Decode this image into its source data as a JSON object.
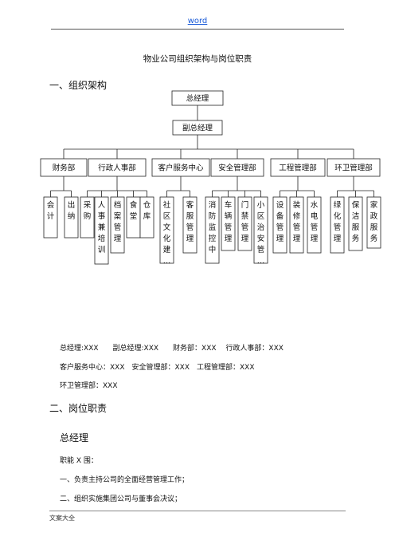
{
  "header": {
    "link": "word"
  },
  "document": {
    "title": "物业公司组织架构与岗位职责",
    "section1_heading": "一、组织架构",
    "section2_heading": "二、岗位职责",
    "staff_line1": "总经理:XXX　　副总经理:XXX　　财务部：XXX　 行政人事部：XXX",
    "staff_line2": "客户服务中心：XXX　安全管理部：XXX　工程管理部：XXX",
    "staff_line3": "环卫管理部：XXX",
    "role_heading": "总经理",
    "duty_scope": "职能 X 围：",
    "duty_1": "一、负责主持公司的全面经营管理工作；",
    "duty_2": "二、组织实施集团公司与董事会决议；"
  },
  "org_chart": {
    "top": "总经理",
    "deputy": "副总经理",
    "departments": [
      {
        "name": "财务部",
        "units": [
          "会计",
          "出纳"
        ]
      },
      {
        "name": "行政人事部",
        "units": [
          "采购",
          "人事兼培训",
          "档案管理",
          "食堂",
          "仓库"
        ]
      },
      {
        "name": "客户服务中心",
        "units": [
          "社区文化建…",
          "客服管理"
        ]
      },
      {
        "name": "安全管理部",
        "units": [
          "消防监控中",
          "车辆管理",
          "门禁管理",
          "小区治安管…"
        ]
      },
      {
        "name": "工程管理部",
        "units": [
          "设备管理",
          "装修管理",
          "水电管理"
        ]
      },
      {
        "name": "环卫管理部",
        "units": [
          "绿化管理",
          "保洁服务",
          "家政服务"
        ]
      }
    ]
  },
  "footer": {
    "text": "文案大全"
  }
}
